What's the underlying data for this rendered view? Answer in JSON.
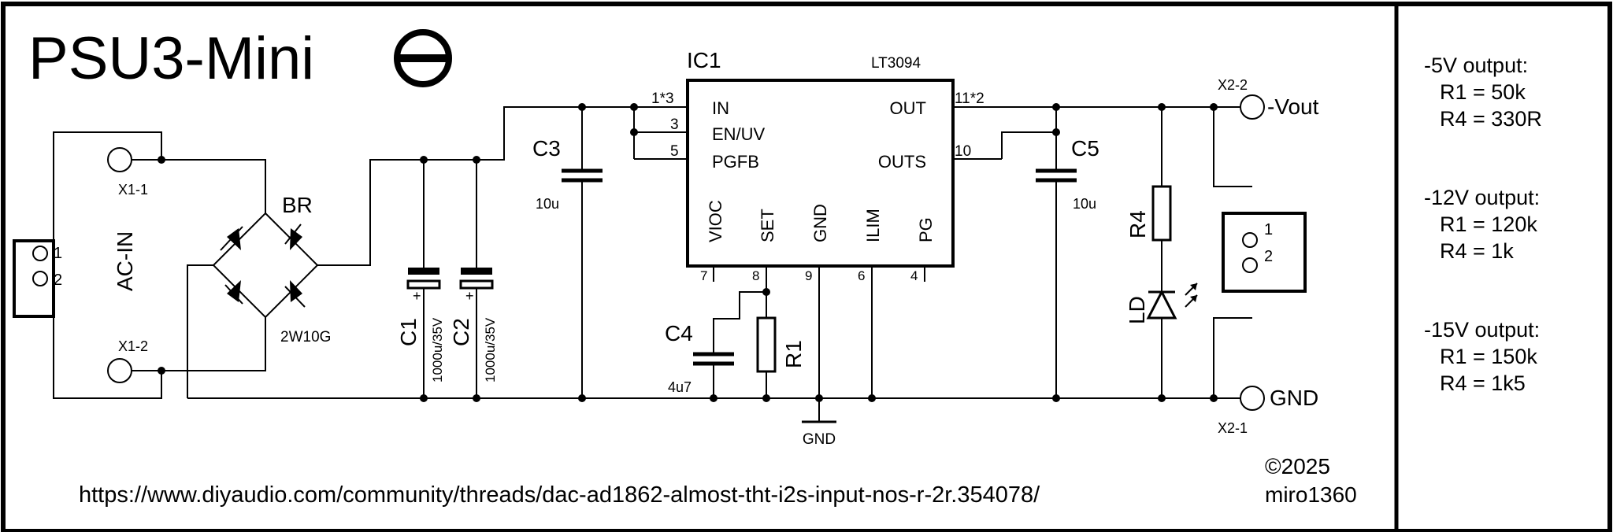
{
  "title": "PSU3-Mini",
  "polarity_symbol": "⊖",
  "url": "https://www.diyaudio.com/community/threads/dac-ad1862-almost-tht-i2s-input-nos-r-2r.354078/",
  "copyright": "©2025",
  "author": "miro1360",
  "notes": [
    {
      "title": "-5V output:",
      "r1": "R1 = 50k",
      "r4": "R4 = 330R"
    },
    {
      "title": "-12V output:",
      "r1": "R1 = 120k",
      "r4": "R4 = 1k"
    },
    {
      "title": "-15V output:",
      "r1": "R1 = 150k",
      "r4": "R4 = 1k5"
    }
  ],
  "input_connector": {
    "label": "AC-IN",
    "pin1": "1",
    "pin2": "2",
    "x1_1": "X1-1",
    "x1_2": "X1-2"
  },
  "bridge": {
    "ref": "BR",
    "value": "2W10G"
  },
  "c1": {
    "ref": "C1",
    "value": "1000u/35V",
    "plus": "+"
  },
  "c2": {
    "ref": "C2",
    "value": "1000u/35V",
    "plus": "+"
  },
  "c3": {
    "ref": "C3",
    "value": "10u"
  },
  "c4": {
    "ref": "C4",
    "value": "4u7"
  },
  "c5": {
    "ref": "C5",
    "value": "10u"
  },
  "r1": {
    "ref": "R1"
  },
  "r4": {
    "ref": "R4"
  },
  "led": {
    "ref": "LD"
  },
  "ic": {
    "ref": "IC1",
    "part": "LT3094",
    "pins": {
      "in": "IN",
      "en": "EN/UV",
      "pgfb": "PGFB",
      "out": "OUT",
      "outs": "OUTS",
      "vioc": "VIOC",
      "set": "SET",
      "gnd": "GND",
      "ilim": "ILIM",
      "pg": "PG"
    },
    "pin_numbers": {
      "in": "1*3",
      "en": "3",
      "pgfb": "5",
      "out": "11*2",
      "outs": "10",
      "vioc": "7",
      "set": "8",
      "gnd": "9",
      "ilim": "6",
      "pg": "4"
    }
  },
  "gnd_label": "GND",
  "output_connector": {
    "pin1": "1",
    "pin2": "2",
    "x2_2": "X2-2",
    "x2_1": "X2-1",
    "vout": "-Vout",
    "gnd": "GND"
  }
}
